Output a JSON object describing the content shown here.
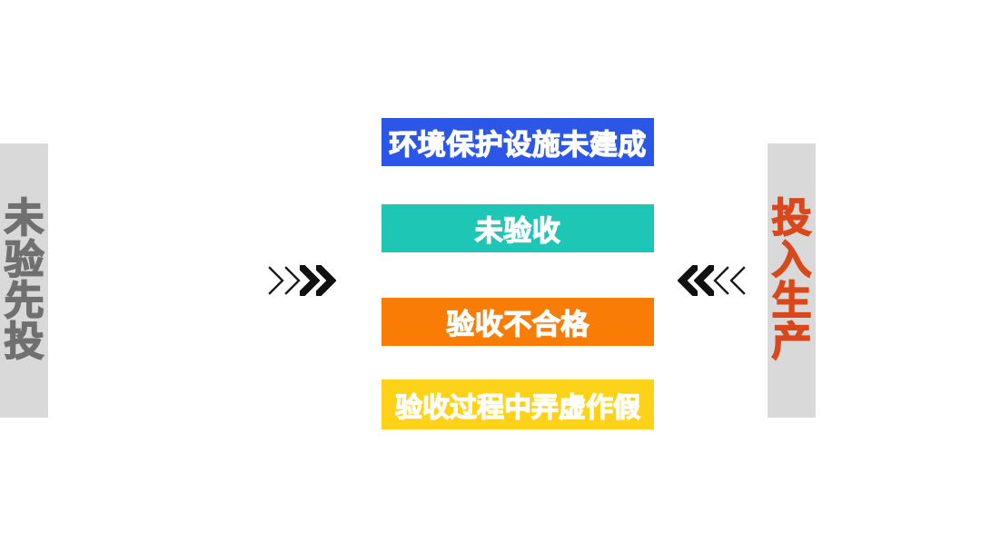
{
  "diagram": {
    "type": "process-flow",
    "background_color": "#ffffff",
    "left_panel": {
      "name": "未验先投",
      "characters": [
        "未",
        "验",
        "先",
        "投"
      ],
      "text_color": "#707070",
      "panel_color": "#d9d9d9"
    },
    "right_panel": {
      "name": "投入生产",
      "characters": [
        "投",
        "入",
        "生",
        "产"
      ],
      "text_color": "#d9481a",
      "panel_color": "#d9d9d9"
    },
    "left_arrows": {
      "icon": "chevrons-right-icon",
      "glyph": ">>>>",
      "direction": "right",
      "chevrons": [
        {
          "style": "outline",
          "color": "#1a1a1a"
        },
        {
          "style": "outline",
          "color": "#1a1a1a"
        },
        {
          "style": "solid",
          "color": "#111111"
        },
        {
          "style": "solid",
          "color": "#111111"
        }
      ]
    },
    "right_arrows": {
      "icon": "chevrons-left-icon",
      "glyph": "<<<<",
      "direction": "left",
      "chevrons": [
        {
          "style": "solid",
          "color": "#111111"
        },
        {
          "style": "solid",
          "color": "#111111"
        },
        {
          "style": "outline",
          "color": "#1a1a1a"
        },
        {
          "style": "outline",
          "color": "#1a1a1a"
        }
      ]
    },
    "bars": [
      {
        "label": "环境保护设施未建成",
        "fill": "#2b56e8",
        "text_color": "#ffffff"
      },
      {
        "label": "未验收",
        "fill": "#1ec6b6",
        "text_color": "#ffffff"
      },
      {
        "label": "验收不合格",
        "fill": "#f97c07",
        "text_color": "#ffffff"
      },
      {
        "label": "验收过程中弄虚作假",
        "fill": "#ffd21a",
        "text_color": "#ffffff"
      }
    ]
  }
}
